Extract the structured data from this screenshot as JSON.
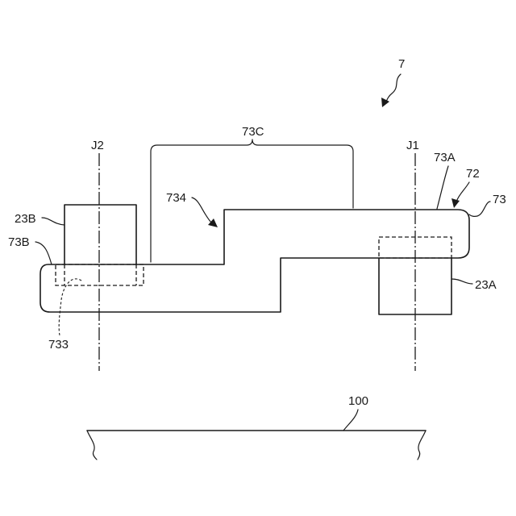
{
  "labels": {
    "ref_7": "7",
    "ref_73C": "73C",
    "ref_J2": "J2",
    "ref_J1": "J1",
    "ref_73A": "73A",
    "ref_72": "72",
    "ref_73": "73",
    "ref_734": "734",
    "ref_23B": "23B",
    "ref_73B": "73B",
    "ref_23A": "23A",
    "ref_733": "733",
    "ref_100": "100"
  }
}
